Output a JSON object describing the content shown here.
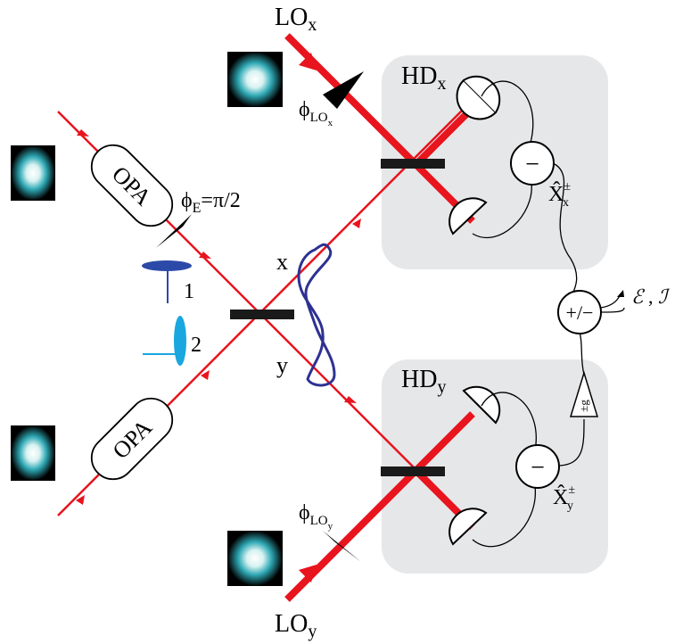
{
  "labels": {
    "lo_x_main": "LO",
    "lo_x_sub": "x",
    "lo_y_main": "LO",
    "lo_y_sub": "y",
    "hd_x_main": "HD",
    "hd_x_sub": "x",
    "hd_y_main": "HD",
    "hd_y_sub": "y",
    "opa_top": "OPA",
    "opa_bottom": "OPA",
    "phase_e": "ϕ",
    "phase_e_sub": "E",
    "phase_e_value": "=π/2",
    "phi_lox_main": "ϕ",
    "phi_lox_sub": "LO",
    "phi_lox_subsub": "x",
    "phi_loy_main": "ϕ",
    "phi_loy_sub": "LO",
    "phi_loy_subsub": "y",
    "xhat_x_main": "X̂",
    "xhat_x_sup": "±",
    "xhat_x_sub": "x",
    "xhat_y_main": "X̂",
    "xhat_y_sup": "±",
    "xhat_y_sub": "y",
    "minus_x": "−",
    "minus_y": "−",
    "plus_minus": "+/−",
    "amp_label": "±g",
    "output_e": "ℰ",
    "output_sep": ",",
    "output_i": "ℐ",
    "mode_x": "x",
    "mode_y": "y",
    "waveplate_1": "1",
    "waveplate_2": "2"
  },
  "colors": {
    "beam": "#e8141e",
    "detector_box": "#e6e7e8",
    "lens": "#2b4aa8",
    "lens2": "#1aa7e0",
    "figure8": "#2e3192",
    "splitter": "#1a1a1a"
  }
}
